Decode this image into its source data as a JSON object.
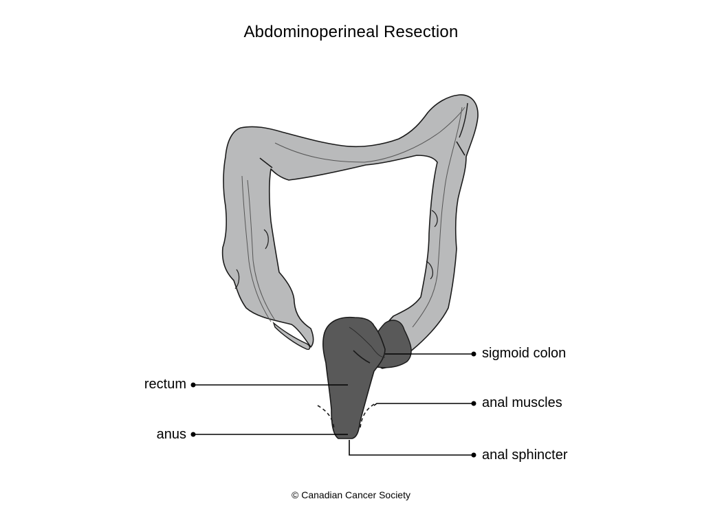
{
  "title": "Abdominoperineal Resection",
  "credit": "© Canadian Cancer Society",
  "labels": {
    "sigmoid_colon": "sigmoid colon",
    "rectum": "rectum",
    "anal_muscles": "anal muscles",
    "anus": "anus",
    "anal_sphincter": "anal sphincter"
  },
  "colors": {
    "colon": "#b9babb",
    "removed": "#595959",
    "outline": "#1a1a1a",
    "leader": "#000000"
  }
}
